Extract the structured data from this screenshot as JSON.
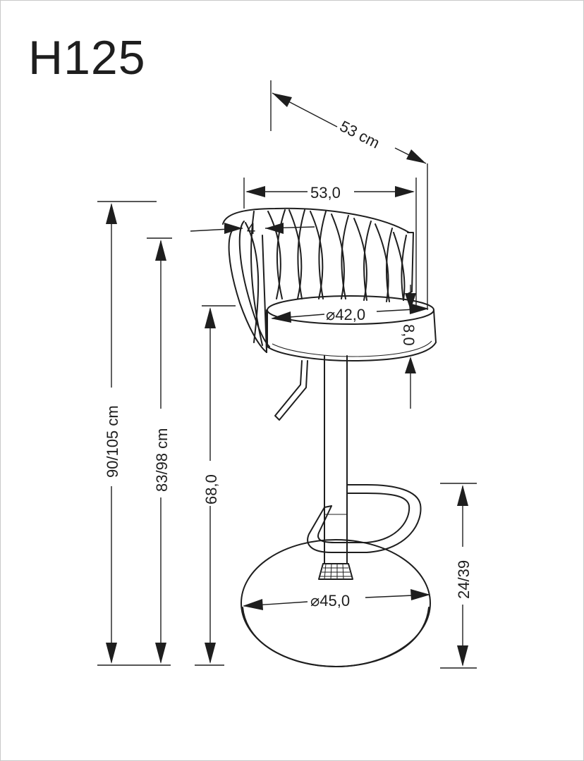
{
  "title": "H125",
  "dimensions": {
    "depth": "53 cm",
    "width": "53,0",
    "backrest": "4",
    "seat_diameter": "⌀42,0",
    "seat_thickness": "8,0",
    "total_height": "90/105 cm",
    "armrest_height": "83/98 cm",
    "seat_height": "68,0",
    "base_diameter": "⌀45,0",
    "footrest_height": "24/39"
  }
}
